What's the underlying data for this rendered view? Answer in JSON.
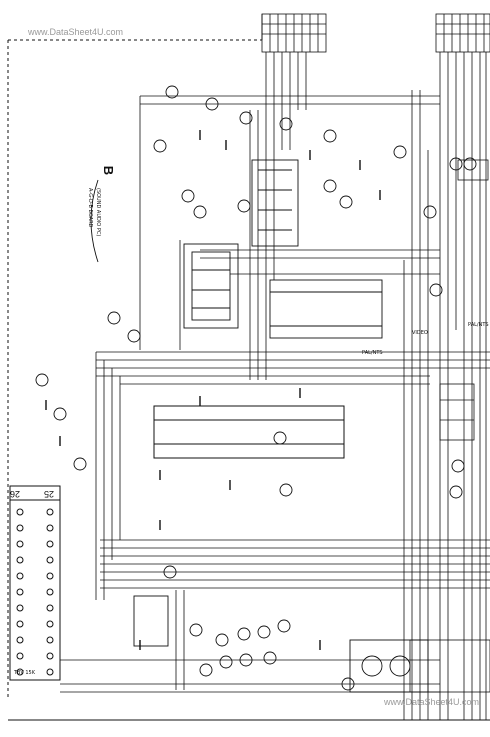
{
  "watermarks": {
    "top": "www.DataSheet4U.com",
    "bottom": "www.DataSheet4U.com"
  },
  "board": {
    "letter": "B",
    "caption_line1": "(SOUND AUDIO PC)",
    "caption_line2": "A-G-D-B BOARD"
  },
  "connector": {
    "pin_left": "26",
    "pin_right": "25",
    "bottom_label": "TBV 15K"
  },
  "signal_labels": {
    "pal_ntsc": "PAL/NTS",
    "video": "VIDEO",
    "pal_ntsc_right": "PAL/NTS"
  }
}
